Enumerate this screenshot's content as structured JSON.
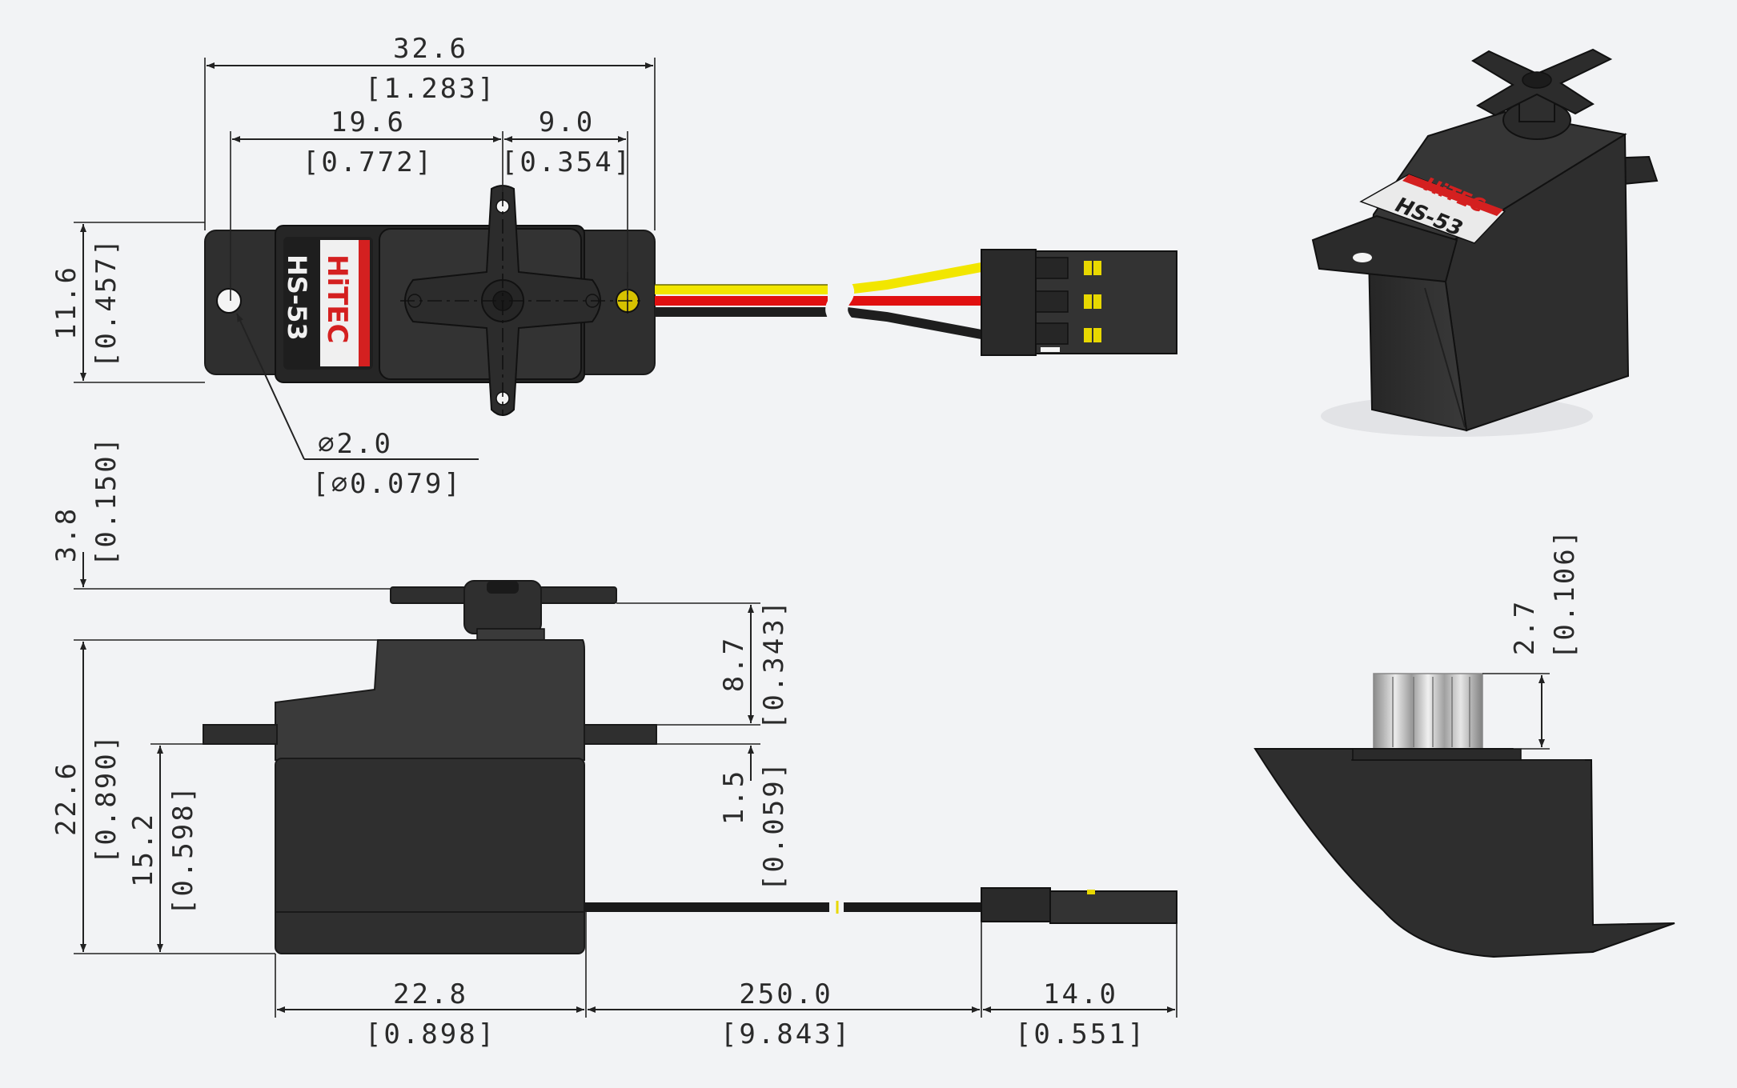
{
  "top_view": {
    "dims": {
      "overall_width": {
        "mm": "32.6",
        "in": "[1.283]"
      },
      "hole_to_shaft": {
        "mm": "19.6",
        "in": "[0.772]"
      },
      "shaft_to_hole": {
        "mm": "9.0",
        "in": "[0.354]"
      },
      "case_width": {
        "mm": "11.6",
        "in": "[0.457]"
      },
      "hole_dia": {
        "mm": "∅2.0",
        "in": "[∅0.079]"
      }
    },
    "label": {
      "brand": "HiTEC",
      "model": "HS-53"
    },
    "wire_colors": {
      "signal": "#f2e600",
      "power": "#e01010",
      "ground": "#1e1e1e"
    }
  },
  "side_view": {
    "dims": {
      "horn_height": {
        "mm": "3.8",
        "in": "[0.150]"
      },
      "total_height": {
        "mm": "22.6",
        "in": "[0.890]"
      },
      "mount_height": {
        "mm": "15.2",
        "in": "[0.598]"
      },
      "flange_to_top": {
        "mm": "8.7",
        "in": "[0.343]"
      },
      "flange_thickness": {
        "mm": "1.5",
        "in": "[0.059]"
      },
      "case_length": {
        "mm": "22.8",
        "in": "[0.898]"
      },
      "wire_length": {
        "mm": "250.0",
        "in": "[9.843]"
      },
      "connector_length": {
        "mm": "14.0",
        "in": "[0.551]"
      }
    }
  },
  "detail_view": {
    "dims": {
      "spline_height": {
        "mm": "2.7",
        "in": "[0.106]"
      }
    }
  },
  "iso_view": {
    "label": {
      "brand": "HiTEC",
      "model": "HS-53"
    }
  },
  "colors": {
    "background": "#f2f3f5",
    "case": "#2f2f2f",
    "label_red": "#d42020"
  }
}
